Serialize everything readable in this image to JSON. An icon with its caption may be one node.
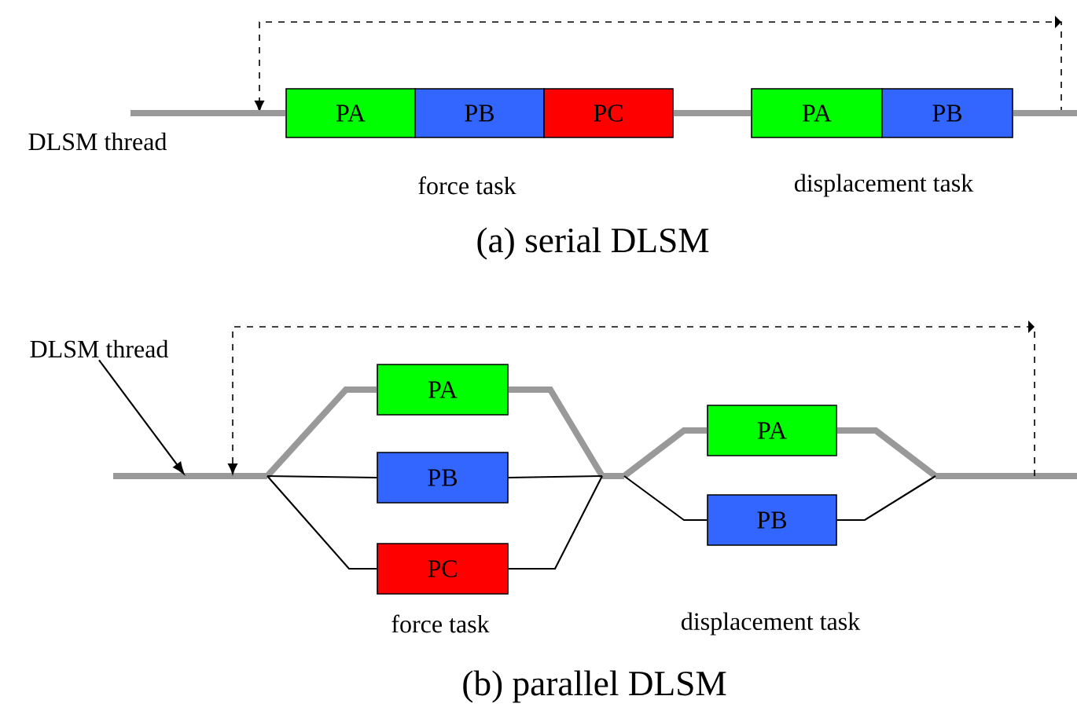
{
  "diagram": {
    "nodes": [
      {
        "text": [
          "PA"
        ]
      },
      {
        "text": [
          "PB"
        ]
      },
      {
        "text": [
          "PC"
        ]
      },
      {
        "text": [
          "PA"
        ]
      },
      {
        "text": [
          "PB"
        ]
      },
      {
        "text": [
          "DLSM thread"
        ]
      },
      {
        "text": [
          "PA"
        ]
      },
      {
        "text": [
          "PB"
        ]
      },
      {
        "text": [
          "PC"
        ]
      },
      {
        "text": [
          "PA"
        ]
      },
      {
        "text": [
          "PB"
        ]
      }
    ],
    "edges": [
      {
        "from": null,
        "to": 0,
        "arrow": "none",
        "style": "thick"
      },
      {
        "from": 2,
        "to": 3,
        "arrow": "none",
        "style": "thick"
      },
      {
        "from": 4,
        "to": null,
        "arrow": "none",
        "style": "thick"
      },
      {
        "from": null,
        "to": 6,
        "arrow": "none",
        "style": "thick"
      },
      {
        "from": null,
        "to": 7,
        "arrow": "none",
        "color": "#000000"
      },
      {
        "from": null,
        "to": 8,
        "arrow": "none",
        "color": "#000000"
      },
      {
        "from": 6,
        "to": null,
        "arrow": "none",
        "style": "thick"
      },
      {
        "from": 7,
        "to": null,
        "arrow": "none",
        "color": "#000000"
      },
      {
        "from": 8,
        "to": null,
        "arrow": "none",
        "color": "#000000"
      },
      {
        "from": null,
        "to": 9,
        "arrow": "none",
        "style": "thick"
      },
      {
        "from": null,
        "to": 10,
        "arrow": "none",
        "color": "#000000"
      },
      {
        "from": 9,
        "to": null,
        "arrow": "none",
        "style": "thick"
      },
      {
        "from": 10,
        "to": null,
        "arrow": "none",
        "color": "#000000"
      },
      {
        "from": 5,
        "to": null,
        "arrow": "to",
        "color": "#000000"
      }
    ],
    "labels": [
      "DLSM thread",
      "force task",
      "displacement task",
      "(a) serial DLSM",
      "force task",
      "displacement task",
      "(b) parallel DLSM"
    ]
  }
}
